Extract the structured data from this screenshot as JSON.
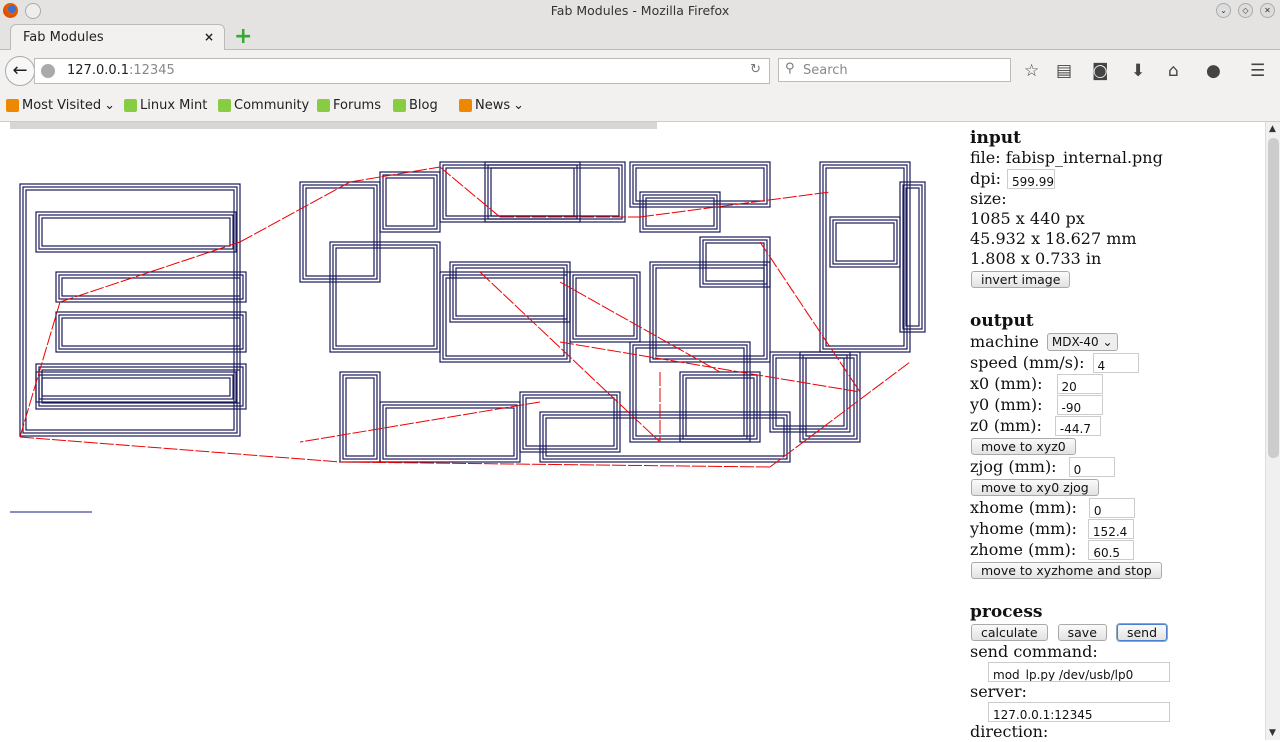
{
  "window": {
    "title": "Fab Modules - Mozilla Firefox"
  },
  "tab": {
    "label": "Fab Modules",
    "close": "×",
    "new": "+"
  },
  "nav": {
    "url_host": "127.0.0.1",
    "url_port": ":12345",
    "search_placeholder": "Search"
  },
  "bookmarks": [
    "Most Visited",
    "Linux Mint",
    "Community",
    "Forums",
    "Blog",
    "News"
  ],
  "panel": {
    "input": {
      "heading": "input",
      "file": "file: fabisp_internal.png",
      "dpi_label": "dpi:",
      "dpi": "599.99",
      "size_label": "size:",
      "px": "1085 x 440 px",
      "mm": "45.932 x 18.627 mm",
      "in": "1.808 x 0.733 in",
      "invert": "invert image"
    },
    "output": {
      "heading": "output",
      "machine_label": "machine",
      "machine": "MDX-40",
      "speed_label": "speed (mm/s):",
      "speed": "4",
      "x0_label": "x0 (mm):",
      "x0": "20",
      "y0_label": "y0 (mm):",
      "y0": "-90",
      "z0_label": "z0 (mm):",
      "z0": "-44.7",
      "move_xyz0": "move to xyz0",
      "zjog_label": "zjog (mm):",
      "zjog": "0",
      "move_xy0": "move to xy0 zjog",
      "xhome_label": "xhome (mm):",
      "xhome": "0",
      "yhome_label": "yhome (mm):",
      "yhome": "152.4",
      "zhome_label": "zhome (mm):",
      "zhome": "60.5",
      "move_home": "move to xyzhome and stop"
    },
    "process": {
      "heading": "process",
      "calculate": "calculate",
      "save": "save",
      "send": "send",
      "cmd_label": "send command:",
      "cmd": "mod_lp.py /dev/usb/lp0",
      "server_label": "server:",
      "server": "127.0.0.1:12345",
      "direction_label": "direction:"
    }
  }
}
